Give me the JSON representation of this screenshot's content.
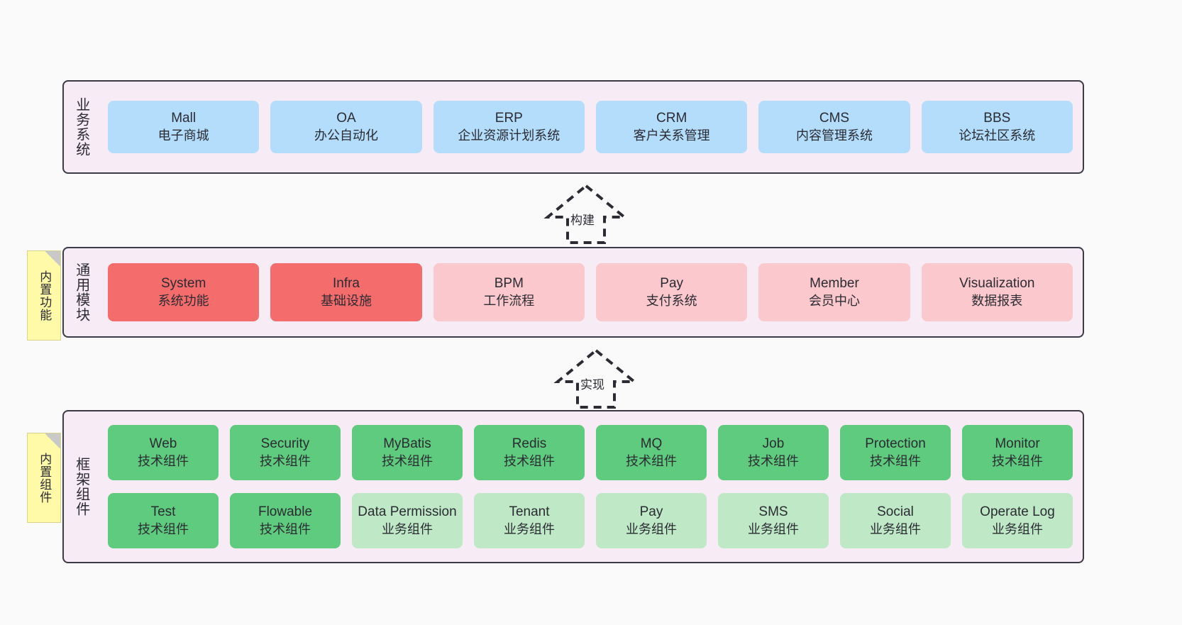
{
  "colors": {
    "canvas_background": "#fafafa",
    "panel_background": "#f7ebf5",
    "panel_border": "#3b3b47",
    "business_card": "#b3ddfb",
    "module_strong": "#f56c6c",
    "module_soft": "#fbc8cd",
    "framework_tech": "#5fcb7e",
    "framework_biz": "#bfe8c7",
    "note_background": "#fffaa8",
    "note_fold": "#c9c9c9"
  },
  "layers": {
    "business": {
      "title": "业务系统",
      "cards": [
        {
          "en": "Mall",
          "cn": "电子商城"
        },
        {
          "en": "OA",
          "cn": "办公自动化"
        },
        {
          "en": "ERP",
          "cn": "企业资源计划系统"
        },
        {
          "en": "CRM",
          "cn": "客户关系管理"
        },
        {
          "en": "CMS",
          "cn": "内容管理系统"
        },
        {
          "en": "BBS",
          "cn": "论坛社区系统"
        }
      ]
    },
    "modules": {
      "title": "通用模块",
      "note": "内置功能",
      "cards": [
        {
          "en": "System",
          "cn": "系统功能",
          "tone": "strong"
        },
        {
          "en": "Infra",
          "cn": "基础设施",
          "tone": "strong"
        },
        {
          "en": "BPM",
          "cn": "工作流程",
          "tone": "soft"
        },
        {
          "en": "Pay",
          "cn": "支付系统",
          "tone": "soft"
        },
        {
          "en": "Member",
          "cn": "会员中心",
          "tone": "soft"
        },
        {
          "en": "Visualization",
          "cn": "数据报表",
          "tone": "soft"
        }
      ]
    },
    "framework": {
      "title": "框架组件",
      "note": "内置组件",
      "row_tech": [
        {
          "en": "Web",
          "cn": "技术组件"
        },
        {
          "en": "Security",
          "cn": "技术组件"
        },
        {
          "en": "MyBatis",
          "cn": "技术组件"
        },
        {
          "en": "Redis",
          "cn": "技术组件"
        },
        {
          "en": "MQ",
          "cn": "技术组件"
        },
        {
          "en": "Job",
          "cn": "技术组件"
        },
        {
          "en": "Protection",
          "cn": "技术组件"
        },
        {
          "en": "Monitor",
          "cn": "技术组件"
        }
      ],
      "row_mixed": [
        {
          "en": "Test",
          "cn": "技术组件",
          "tone": "tech"
        },
        {
          "en": "Flowable",
          "cn": "技术组件",
          "tone": "tech"
        },
        {
          "en": "Data Permission",
          "cn": "业务组件",
          "tone": "biz"
        },
        {
          "en": "Tenant",
          "cn": "业务组件",
          "tone": "biz"
        },
        {
          "en": "Pay",
          "cn": "业务组件",
          "tone": "biz"
        },
        {
          "en": "SMS",
          "cn": "业务组件",
          "tone": "biz"
        },
        {
          "en": "Social",
          "cn": "业务组件",
          "tone": "biz"
        },
        {
          "en": "Operate Log",
          "cn": "业务组件",
          "tone": "biz"
        }
      ]
    }
  },
  "connectors": [
    {
      "label": "构建"
    },
    {
      "label": "实现"
    }
  ]
}
